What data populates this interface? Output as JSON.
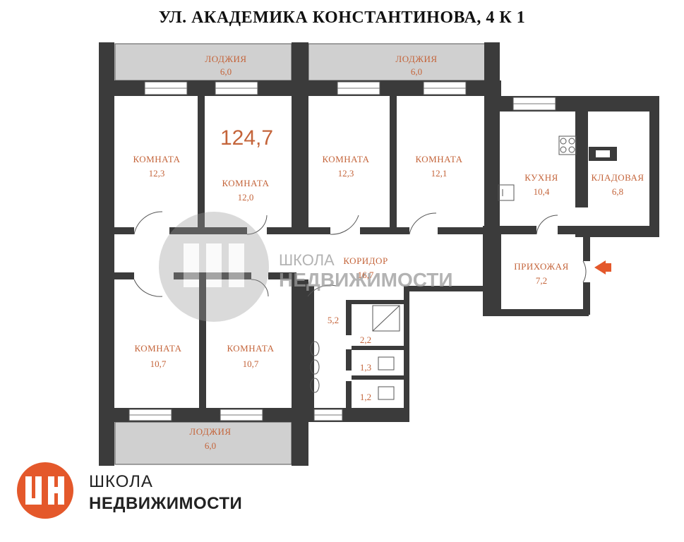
{
  "address": "УЛ. АКАДЕМИКА КОНСТАНТИНОВА, 4 К 1",
  "total_area": "124,7",
  "rooms": {
    "loggia_top_left": {
      "name": "ЛОДЖИЯ",
      "area": "6,0"
    },
    "loggia_top_right": {
      "name": "ЛОДЖИЯ",
      "area": "6,0"
    },
    "loggia_bottom": {
      "name": "ЛОДЖИЯ",
      "area": "6,0"
    },
    "room1": {
      "name": "КОМНАТА",
      "area": "12,3"
    },
    "room2": {
      "name": "КОМНАТА",
      "area": "12,0"
    },
    "room3": {
      "name": "КОМНАТА",
      "area": "12,3"
    },
    "room4": {
      "name": "КОМНАТА",
      "area": "12,1"
    },
    "room5": {
      "name": "КОМНАТА",
      "area": "10,7"
    },
    "room6": {
      "name": "КОМНАТА",
      "area": "10,7"
    },
    "kitchen": {
      "name": "КУХНЯ",
      "area": "10,4"
    },
    "storage": {
      "name": "КЛАДОВАЯ",
      "area": "6,8"
    },
    "corridor": {
      "name": "КОРИДОР",
      "area": "16,7"
    },
    "hall": {
      "name": "ПРИХОЖАЯ",
      "area": "7,2"
    },
    "wash": {
      "area": "5,2"
    },
    "shower": {
      "area": "2,2"
    },
    "wc1": {
      "area": "1,3"
    },
    "wc2": {
      "area": "1,2"
    }
  },
  "watermark": {
    "line1": "ШКОЛА",
    "line2": "НЕДВИЖИМОСТИ"
  },
  "logo": {
    "mark": "ШН",
    "line1": "ШКОЛА",
    "line2": "НЕДВИЖИМОСТИ"
  },
  "colors": {
    "wall": "#3b3b3b",
    "loggia": "#d0d0d0",
    "floor": "#ffffff",
    "accent": "#c4643a",
    "logo": "#e4582b"
  }
}
